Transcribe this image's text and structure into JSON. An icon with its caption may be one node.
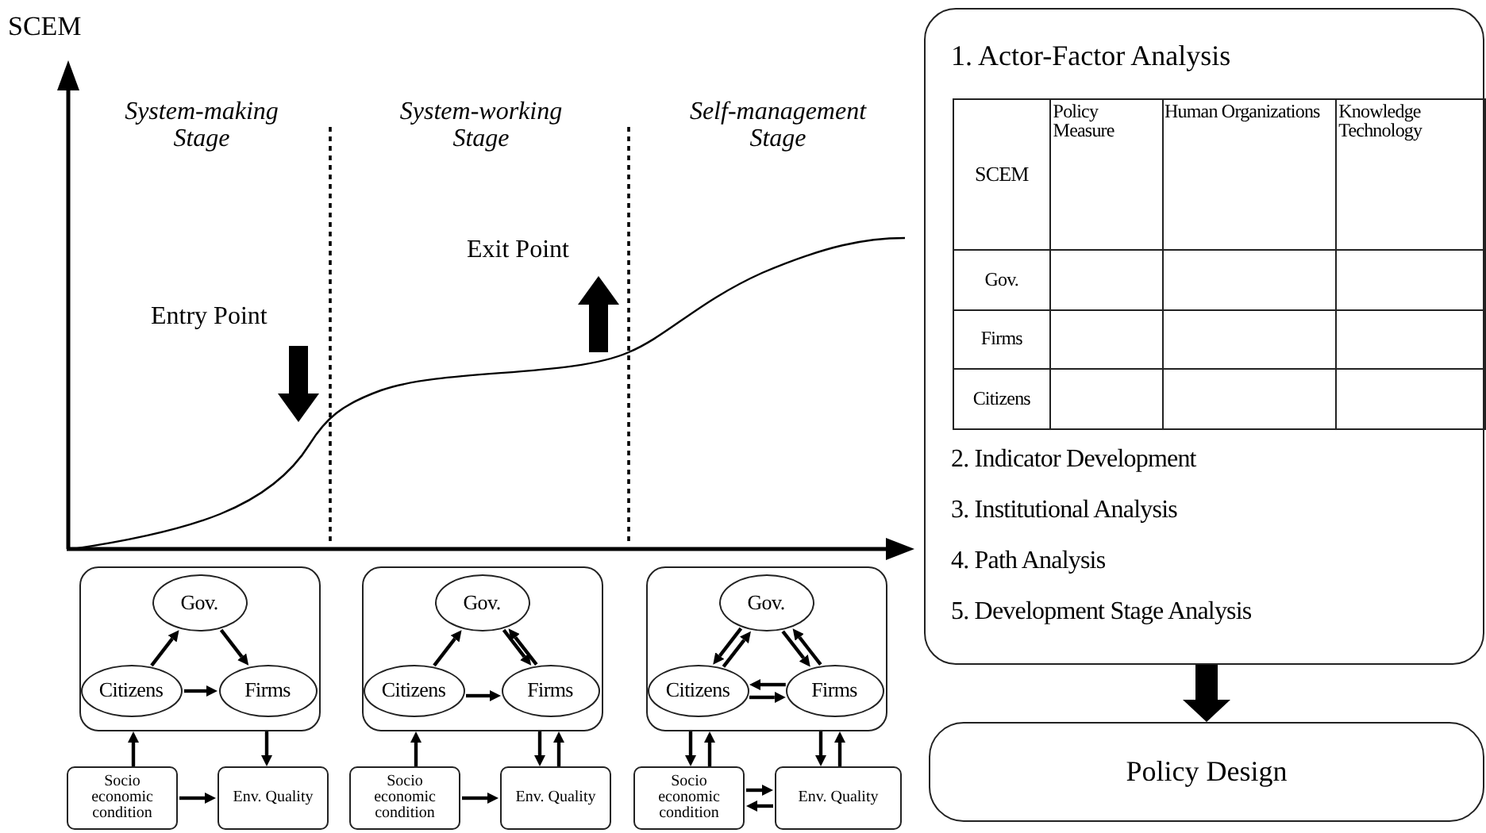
{
  "diagram": {
    "nodes": [
      {
        "text": [
          "1. Actor-Factor Analysis",
          "2. Indicator Development",
          "3. Institutional Analysis",
          "4. Path Analysis",
          "5. Development Stage Analysis"
        ]
      },
      {
        "text": [
          "Policy Design"
        ]
      },
      {
        "text": [],
        "shape": "box"
      },
      {
        "text": [
          "Gov."
        ],
        "in": 2
      },
      {
        "text": [
          "Citizens"
        ],
        "in": 2
      },
      {
        "text": [
          "Firms"
        ],
        "in": 2
      },
      {
        "text": [
          "Socio economic condition"
        ]
      },
      {
        "text": [
          "Env. Quality"
        ]
      },
      {
        "text": [],
        "shape": "box"
      },
      {
        "text": [
          "Gov."
        ],
        "in": 8
      },
      {
        "text": [
          "Citizens"
        ],
        "in": 8
      },
      {
        "text": [
          "Firms"
        ],
        "in": 8
      },
      {
        "text": [
          "Socio economic condition"
        ]
      },
      {
        "text": [
          "Env. Quality"
        ]
      },
      {
        "text": [],
        "shape": "box"
      },
      {
        "text": [
          "Gov."
        ],
        "in": 14
      },
      {
        "text": [
          "Citizens"
        ],
        "in": 14
      },
      {
        "text": [
          "Firms"
        ],
        "in": 14
      },
      {
        "text": [
          "Socio economic condition"
        ]
      },
      {
        "text": [
          "Env. Quality"
        ]
      }
    ],
    "edges": [
      {
        "from": 0,
        "to": 1,
        "arrow": "to",
        "style": "thick"
      },
      {
        "from": 4,
        "to": 3,
        "arrow": "to"
      },
      {
        "from": 3,
        "to": 5,
        "arrow": "to"
      },
      {
        "from": 4,
        "to": 5,
        "arrow": "to"
      },
      {
        "from": 6,
        "to": 2,
        "arrow": "to"
      },
      {
        "from": 2,
        "to": 7,
        "arrow": "to"
      },
      {
        "from": 6,
        "to": 7,
        "arrow": "to"
      },
      {
        "from": 10,
        "to": 9,
        "arrow": "to"
      },
      {
        "from": 9,
        "to": 11,
        "arrow": "to"
      },
      {
        "from": 11,
        "to": 9,
        "arrow": "to"
      },
      {
        "from": 10,
        "to": 11,
        "arrow": "to"
      },
      {
        "from": 12,
        "to": 8,
        "arrow": "to"
      },
      {
        "from": 8,
        "to": 13,
        "arrow": "to"
      },
      {
        "from": 13,
        "to": 8,
        "arrow": "to"
      },
      {
        "from": 12,
        "to": 13,
        "arrow": "to"
      },
      {
        "from": 15,
        "to": 16,
        "arrow": "to"
      },
      {
        "from": 16,
        "to": 15,
        "arrow": "to"
      },
      {
        "from": 15,
        "to": 17,
        "arrow": "to"
      },
      {
        "from": 17,
        "to": 15,
        "arrow": "to"
      },
      {
        "from": 17,
        "to": 16,
        "arrow": "to"
      },
      {
        "from": 16,
        "to": 17,
        "arrow": "to"
      },
      {
        "from": 14,
        "to": 18,
        "arrow": "to"
      },
      {
        "from": 18,
        "to": 14,
        "arrow": "to"
      },
      {
        "from": 14,
        "to": 19,
        "arrow": "to"
      },
      {
        "from": 19,
        "to": 14,
        "arrow": "to"
      },
      {
        "from": 18,
        "to": 19,
        "arrow": "to"
      },
      {
        "from": 19,
        "to": 18,
        "arrow": "to"
      }
    ],
    "labels": [
      "SCEM",
      "System-making Stage",
      "System-working Stage",
      "Self-management Stage",
      "Entry Point",
      "Exit Point",
      "SCEM",
      "Policy Measure",
      "Human Organizations",
      "Knowledge Technology",
      "Gov.",
      "Firms",
      "Citizens"
    ]
  }
}
